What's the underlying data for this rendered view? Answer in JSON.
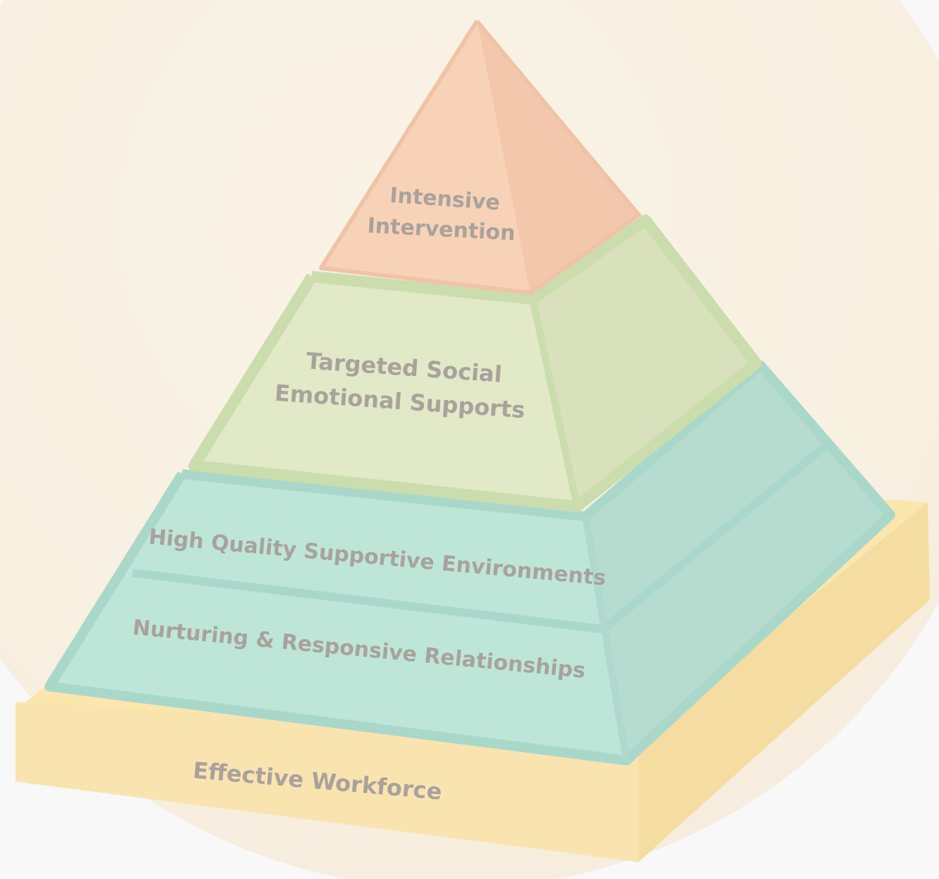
{
  "diagram": {
    "tiers": [
      {
        "id": "intensive",
        "lines": [
          "Intensive",
          "Intervention"
        ]
      },
      {
        "id": "targeted",
        "lines": [
          "Targeted Social",
          "Emotional Supports"
        ]
      },
      {
        "id": "environments",
        "lines": [
          "High Quality Supportive Environments"
        ]
      },
      {
        "id": "relationships",
        "lines": [
          "Nurturing & Responsive Relationships"
        ]
      },
      {
        "id": "workforce",
        "lines": [
          "Effective Workforce"
        ]
      }
    ],
    "colors": {
      "background": "#f7f8f7",
      "backdrop_circle": "#f8f1e3",
      "intensive_front": "#f7d2b6",
      "intensive_side": "#f2c7ac",
      "targeted_front": "#e1e9c6",
      "targeted_side": "#d8e1bc",
      "targeted_edge": "#cbdcad",
      "teal_front": "#bde6d9",
      "teal_side": "#b6dccf",
      "teal_edge": "#a9d8cb",
      "base_top": "#fbe6ac",
      "base_front": "#f9e4b0",
      "base_side": "#f5dca1",
      "label_text": "#a9a29c"
    }
  }
}
